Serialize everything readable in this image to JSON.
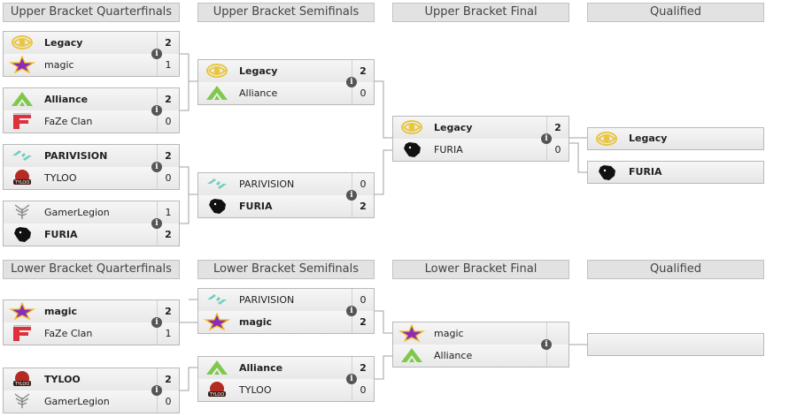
{
  "colors": {
    "line": "#a0a0a0",
    "header_bg": "#e2e2e2"
  },
  "info_glyph": "i",
  "upper": {
    "headers": [
      "Upper Bracket Quarterfinals",
      "Upper Bracket Semifinals",
      "Upper Bracket Final",
      "Qualified"
    ],
    "qf": [
      {
        "top": {
          "name": "Legacy",
          "score": "2",
          "logo": "legacy-logo"
        },
        "bot": {
          "name": "magic",
          "score": "1",
          "logo": "magic-logo"
        }
      },
      {
        "top": {
          "name": "Alliance",
          "score": "2",
          "logo": "alliance-logo"
        },
        "bot": {
          "name": "FaZe Clan",
          "score": "0",
          "logo": "faze-logo"
        }
      },
      {
        "top": {
          "name": "PARIVISION",
          "score": "2",
          "logo": "parivision-logo"
        },
        "bot": {
          "name": "TYLOO",
          "score": "0",
          "logo": "tyloo-logo"
        }
      },
      {
        "top": {
          "name": "GamerLegion",
          "score": "1",
          "logo": "gamerlegion-logo"
        },
        "bot": {
          "name": "FURIA",
          "score": "2",
          "logo": "furia-logo"
        }
      }
    ],
    "sf": [
      {
        "top": {
          "name": "Legacy",
          "score": "2",
          "logo": "legacy-logo"
        },
        "bot": {
          "name": "Alliance",
          "score": "0",
          "logo": "alliance-logo"
        }
      },
      {
        "top": {
          "name": "PARIVISION",
          "score": "0",
          "logo": "parivision-logo"
        },
        "bot": {
          "name": "FURIA",
          "score": "2",
          "logo": "furia-logo"
        }
      }
    ],
    "final": {
      "top": {
        "name": "Legacy",
        "score": "2",
        "logo": "legacy-logo"
      },
      "bot": {
        "name": "FURIA",
        "score": "0",
        "logo": "furia-logo"
      }
    },
    "qualified": [
      {
        "name": "Legacy",
        "logo": "legacy-logo"
      },
      {
        "name": "FURIA",
        "logo": "furia-logo"
      }
    ]
  },
  "lower": {
    "headers": [
      "Lower Bracket Quarterfinals",
      "Lower Bracket Semifinals",
      "Lower Bracket Final",
      "Qualified"
    ],
    "qf": [
      {
        "top": {
          "name": "magic",
          "score": "2",
          "logo": "magic-logo"
        },
        "bot": {
          "name": "FaZe Clan",
          "score": "1",
          "logo": "faze-logo"
        }
      },
      {
        "top": {
          "name": "TYLOO",
          "score": "2",
          "logo": "tyloo-logo"
        },
        "bot": {
          "name": "GamerLegion",
          "score": "0",
          "logo": "gamerlegion-logo"
        }
      }
    ],
    "sf": [
      {
        "top": {
          "name": "PARIVISION",
          "score": "0",
          "logo": "parivision-logo"
        },
        "bot": {
          "name": "magic",
          "score": "2",
          "logo": "magic-logo"
        }
      },
      {
        "top": {
          "name": "Alliance",
          "score": "2",
          "logo": "alliance-logo"
        },
        "bot": {
          "name": "TYLOO",
          "score": "0",
          "logo": "tyloo-logo"
        }
      }
    ],
    "final": {
      "top": {
        "name": "magic",
        "score": "",
        "logo": "magic-logo"
      },
      "bot": {
        "name": "Alliance",
        "score": "",
        "logo": "alliance-logo"
      }
    },
    "qualified": [
      {
        "name": "",
        "logo": ""
      }
    ]
  }
}
